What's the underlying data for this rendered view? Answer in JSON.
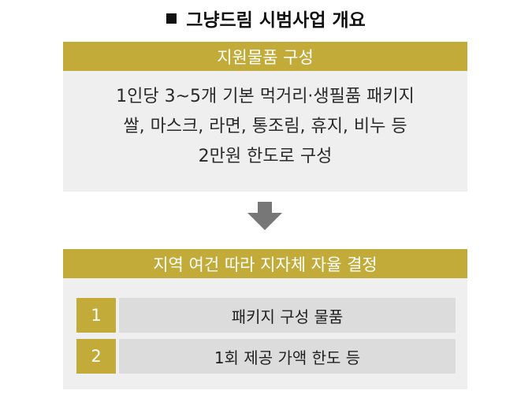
{
  "title": "그냥드림 시범사업 개요",
  "colors": {
    "accent": "#c3ab39",
    "panel": "#efefef",
    "cell": "#dcdcdc",
    "arrow": "#777777"
  },
  "section1": {
    "header": "지원물품 구성",
    "lines": [
      "1인당 3~5개 기본 먹거리·생필품 패키지",
      "쌀, 마스크, 라면, 통조림, 휴지, 비누 등",
      "2만원 한도로 구성"
    ]
  },
  "section2": {
    "header": "지역 여건 따라 지자체 자율 결정",
    "items": [
      {
        "num": "1",
        "text": "패키지 구성 물품"
      },
      {
        "num": "2",
        "text": "1회 제공 가액 한도 등"
      }
    ]
  }
}
